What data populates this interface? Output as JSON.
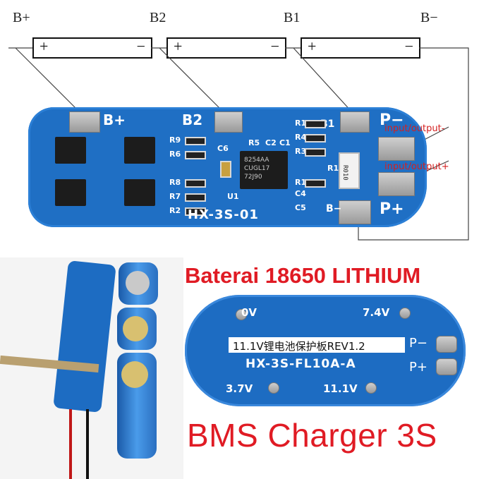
{
  "diagram": {
    "terminals": [
      "B+",
      "B2",
      "B1",
      "B−"
    ],
    "cell_plus": "+",
    "cell_minus": "−"
  },
  "board_top": {
    "pad_labels": [
      "B+",
      "B2",
      "B1",
      "P−",
      "P+",
      "B−"
    ],
    "components": [
      "C6",
      "R5",
      "C2",
      "C1",
      "R3",
      "R4",
      "R12",
      "R1",
      "R10",
      "C4",
      "C5",
      "U1",
      "R2",
      "R6",
      "R7",
      "R8",
      "R9"
    ],
    "resistor_mark": "R010",
    "ic_marks": [
      "8254AA",
      "CUGL17",
      "72J90"
    ],
    "model": "HX-3S-01",
    "annotations": [
      "input/output-",
      "input/output+"
    ],
    "annotation_color": "#d42020"
  },
  "board_bottom": {
    "labels": [
      "0V",
      "7.4V",
      "P−",
      "P+",
      "3.7V",
      "11.1V"
    ],
    "title": "11.1V锂电池保护板REV1.2",
    "model": "HX-3S-FL10A-A"
  },
  "headings": {
    "subtitle": "Baterai 18650 LITHIUM",
    "title": "BMS Charger 3S",
    "color": "#e01b24"
  }
}
